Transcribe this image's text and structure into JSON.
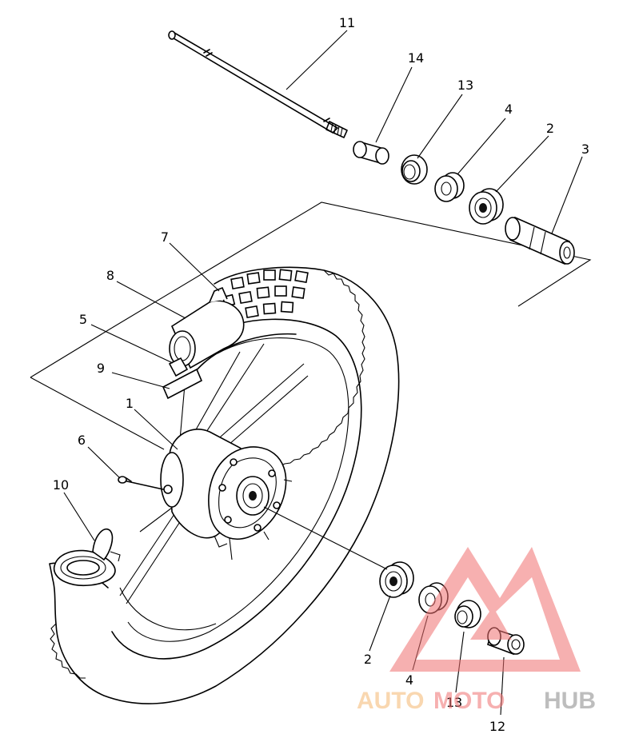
{
  "callouts": [
    {
      "id": "c1",
      "label": "1"
    },
    {
      "id": "c2a",
      "label": "2"
    },
    {
      "id": "c2b",
      "label": "2"
    },
    {
      "id": "c3",
      "label": "3"
    },
    {
      "id": "c4a",
      "label": "4"
    },
    {
      "id": "c4b",
      "label": "4"
    },
    {
      "id": "c5",
      "label": "5"
    },
    {
      "id": "c6",
      "label": "6"
    },
    {
      "id": "c7",
      "label": "7"
    },
    {
      "id": "c8",
      "label": "8"
    },
    {
      "id": "c9",
      "label": "9"
    },
    {
      "id": "c10",
      "label": "10"
    },
    {
      "id": "c11",
      "label": "11"
    },
    {
      "id": "c12",
      "label": "12"
    },
    {
      "id": "c13a",
      "label": "13"
    },
    {
      "id": "c13b",
      "label": "13"
    },
    {
      "id": "c14",
      "label": "14"
    }
  ],
  "watermark": {
    "text_part1": "AUTO",
    "text_part2": "MOTO",
    "text_part3": "HUB",
    "color_red": "#f07070",
    "color_orange": "#f5b870",
    "color_gray": "#888888"
  }
}
